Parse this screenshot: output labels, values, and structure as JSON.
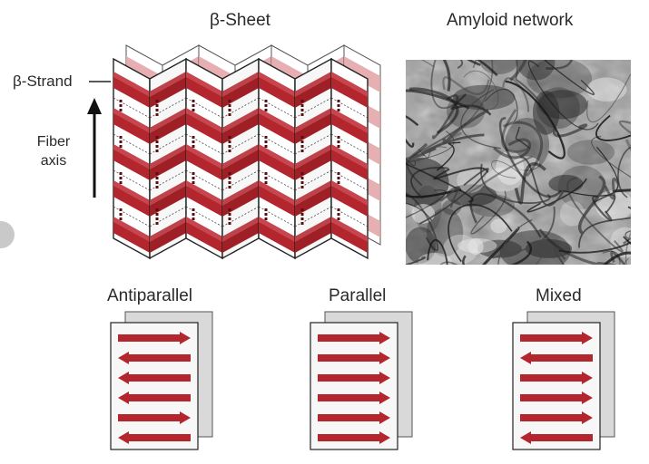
{
  "labels": {
    "beta_sheet": "β-Sheet",
    "amyloid_network": "Amyloid network",
    "beta_strand": "β-Strand",
    "fiber_axis_line1": "Fiber",
    "fiber_axis_line2": "axis"
  },
  "arrangements": [
    {
      "label": "Antiparallel",
      "directions": [
        "right",
        "left",
        "left",
        "left",
        "right",
        "left"
      ]
    },
    {
      "label": "Parallel",
      "directions": [
        "right",
        "right",
        "right",
        "right",
        "right",
        "right"
      ]
    },
    {
      "label": "Mixed",
      "directions": [
        "right",
        "left",
        "right",
        "right",
        "right",
        "left"
      ]
    }
  ],
  "colors": {
    "strand_red": "#b3262d",
    "strand_pink": "#e3a6a8",
    "outline": "#222222",
    "sheet_bg": "#f7f7f7",
    "back_sheet": "#d9d9d9"
  }
}
